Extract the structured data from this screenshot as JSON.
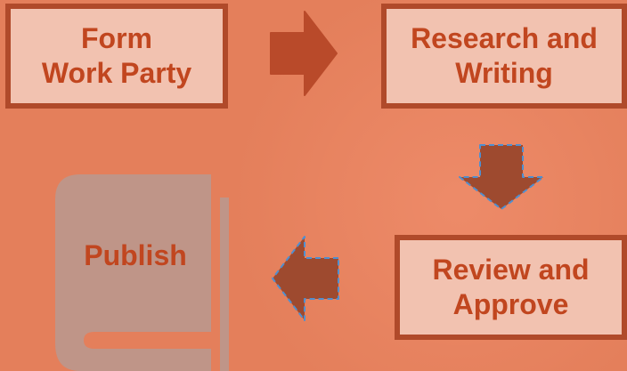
{
  "steps": {
    "form_work_party": "Form\nWork Party",
    "research_and_writing": "Research and\nWriting",
    "review_and_approve": "Review and\nApprove",
    "publish": "Publish"
  },
  "arrows": [
    {
      "id": "right",
      "direction": "right"
    },
    {
      "id": "down",
      "direction": "down"
    },
    {
      "id": "left",
      "direction": "left"
    }
  ],
  "icons": {
    "publish": "book-icon"
  },
  "colors": {
    "background": "#e47f5b",
    "box_fill": "#f2c2b0",
    "box_border": "#b04a2a",
    "text": "#c1461f",
    "arrow_fill": "#b94a2a",
    "arrow_selected_fill": "#9e4a2f",
    "selection_outline": "#4f8fd0",
    "book_fill": "#bf9588"
  }
}
